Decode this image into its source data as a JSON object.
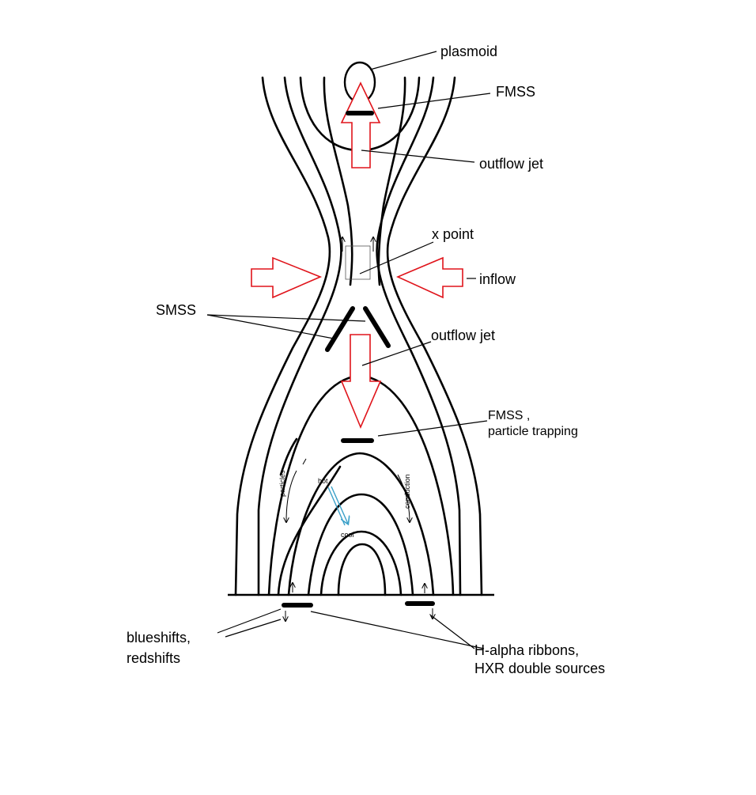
{
  "diagram": {
    "labels": {
      "plasmoid": "plasmoid",
      "fmss_top": "FMSS",
      "outflow_top": "outflow jet",
      "x_point": "x point",
      "inflow": "inflow",
      "smss": "SMSS",
      "outflow_bottom": "outflow jet",
      "fmss_trap_1": "FMSS ,",
      "fmss_trap_2": "particle trapping",
      "particles": "particles",
      "hot": "hot",
      "cool": "cool",
      "conduction": "conduction",
      "shifts_1": "blueshifts,",
      "shifts_2": "redshifts",
      "ribbons_1": "H-alpha ribbons,",
      "ribbons_2": "HXR double sources"
    },
    "colors": {
      "lines": "#000000",
      "flow_arrows": "#e0141b",
      "heat_arrow": "#3aa0c8",
      "background": "#ffffff"
    }
  }
}
